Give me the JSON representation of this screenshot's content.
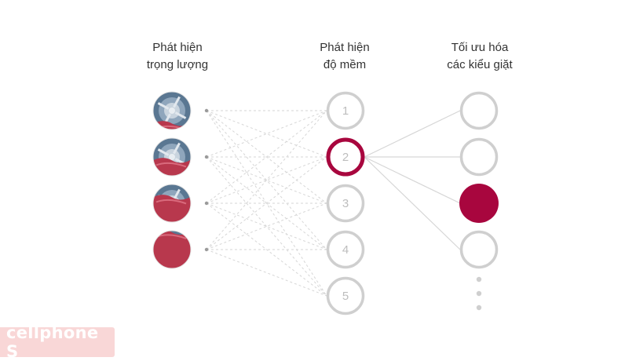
{
  "columns": [
    {
      "line1": "Phát hiện",
      "line2": "trọng lượng"
    },
    {
      "line1": "Phát hiện",
      "line2": "độ mềm"
    },
    {
      "line1": "Tối ưu hóa",
      "line2": "các kiểu giặt"
    }
  ],
  "softness_levels": [
    "1",
    "2",
    "3",
    "4",
    "5"
  ],
  "load_levels": [
    0.2,
    0.45,
    0.7,
    1.0
  ],
  "selected_softness": 2,
  "selected_wash_pattern": 3,
  "colors": {
    "accent": "#a8063e",
    "circle_gray": "#cfcfcf",
    "number_gray": "#bdbdbd",
    "line_gray": "#d6d6d6",
    "fabric": "#b8384d",
    "drum_blue": "#5a7792"
  },
  "icons": [
    "drum-load-icon",
    "wash-pattern-dots-icon"
  ],
  "watermark": "cellphone S"
}
